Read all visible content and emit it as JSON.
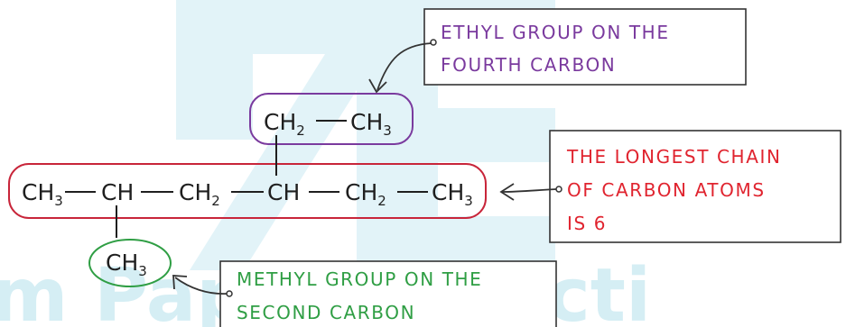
{
  "watermark": {
    "text": "m Papers Practi",
    "color": "#2aa8c8"
  },
  "molecule": {
    "main_chain": {
      "groups": [
        {
          "base": "CH",
          "sub": "3"
        },
        {
          "base": "CH",
          "sub": ""
        },
        {
          "base": "CH",
          "sub": "2"
        },
        {
          "base": "CH",
          "sub": ""
        },
        {
          "base": "CH",
          "sub": "2"
        },
        {
          "base": "CH",
          "sub": "3"
        }
      ],
      "color": "#c8253a"
    },
    "ethyl_branch": {
      "groups": [
        {
          "base": "CH",
          "sub": "2"
        },
        {
          "base": "CH",
          "sub": "3"
        }
      ],
      "color": "#7a3a9e"
    },
    "methyl_branch": {
      "groups": [
        {
          "base": "CH",
          "sub": "3"
        }
      ],
      "color": "#2f9e44"
    }
  },
  "annotations": {
    "ethyl": {
      "lines": [
        "ETHYL  GROUP  ON  THE",
        "FOURTH  CARBON"
      ],
      "color": "#7a3a9e"
    },
    "chain": {
      "lines": [
        "THE  LONGEST  CHAIN",
        "OF  CARBON  ATOMS",
        "IS  6"
      ],
      "color": "#e0242f"
    },
    "methyl": {
      "lines": [
        "METHYL  GROUP  ON  THE",
        "SECOND  CARBON"
      ],
      "color": "#2f9e44"
    }
  },
  "colors": {
    "ink": "#1f1f1f",
    "box_border": "#333333"
  }
}
